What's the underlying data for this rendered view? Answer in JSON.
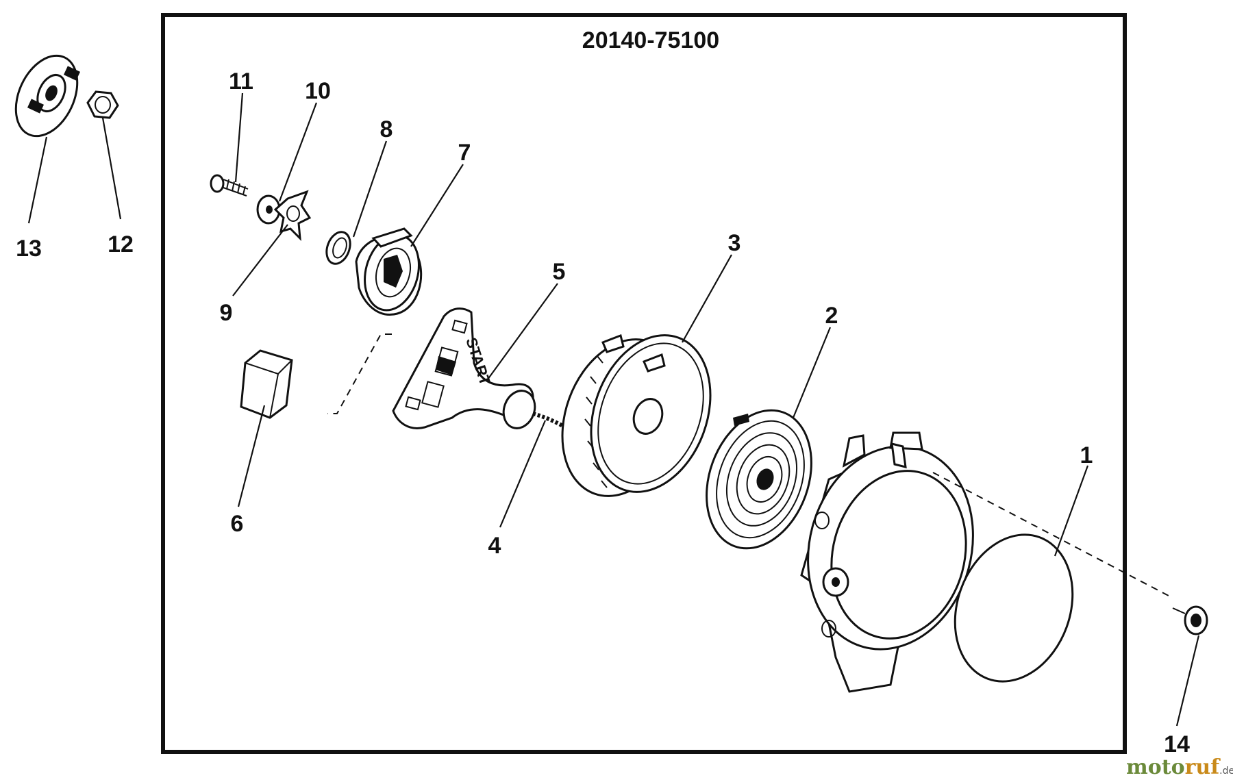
{
  "diagram": {
    "title": "20140-75100",
    "callouts": [
      "1",
      "2",
      "3",
      "4",
      "5",
      "6",
      "7",
      "8",
      "9",
      "10",
      "11",
      "12",
      "13",
      "14"
    ],
    "handle_text": "START"
  },
  "watermark": {
    "part1": "moto",
    "part2": "ruf",
    "part3": ".de"
  }
}
